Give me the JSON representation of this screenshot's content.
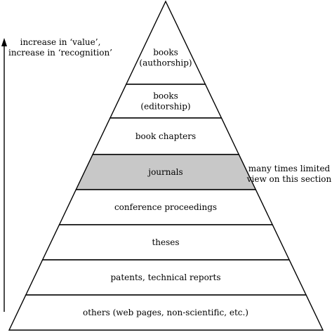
{
  "arrow_label": {
    "line1": "increase in ‘value’,",
    "line2": "increase in ‘recognition’"
  },
  "side_note": {
    "line1": "many times limited",
    "line2": "view on this section"
  },
  "tiers": [
    {
      "lines": [
        "books",
        "(authorship)"
      ],
      "highlighted": false
    },
    {
      "lines": [
        "books",
        "(editorship)"
      ],
      "highlighted": false
    },
    {
      "lines": [
        "book chapters"
      ],
      "highlighted": false
    },
    {
      "lines": [
        "journals"
      ],
      "highlighted": true
    },
    {
      "lines": [
        "conference proceedings"
      ],
      "highlighted": false
    },
    {
      "lines": [
        "theses"
      ],
      "highlighted": false
    },
    {
      "lines": [
        "patents, technical reports"
      ],
      "highlighted": false
    },
    {
      "lines": [
        "others (web pages, non-scientific, etc.)"
      ],
      "highlighted": false
    }
  ],
  "colors": {
    "highlight": "#c8c8c8",
    "stroke": "#000000",
    "background": "#ffffff"
  }
}
